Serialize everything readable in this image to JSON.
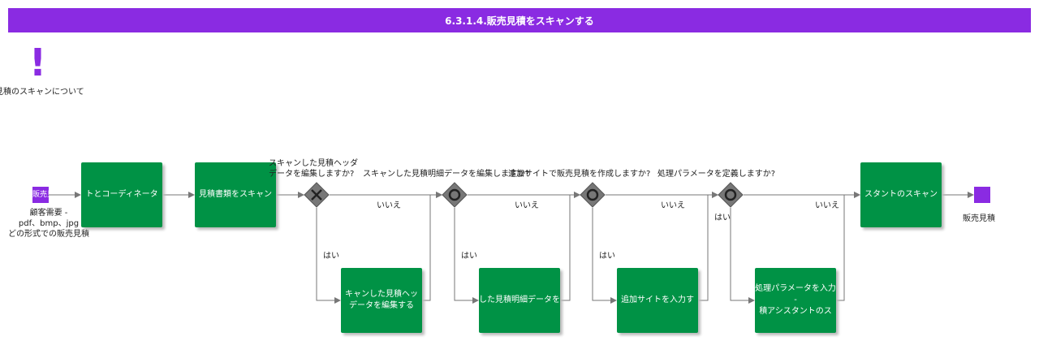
{
  "header": {
    "title": "6.3.1.4.販売見積をスキャンする"
  },
  "note": {
    "label": "見積のスキャンについて"
  },
  "start_event": {
    "text": "販売見",
    "label_lines": [
      "顧客需要 -",
      "pdf、bmp、jpg",
      "どの形式での販売見積"
    ]
  },
  "end_event": {
    "label": "販売見積"
  },
  "tasks": [
    {
      "id": "t1",
      "lines": [
        "トとコーディネータ"
      ]
    },
    {
      "id": "t2",
      "lines": [
        "見積書類をスキャン"
      ]
    },
    {
      "id": "t3",
      "lines": [
        "キャンした見積ヘッ",
        "データを編集する"
      ]
    },
    {
      "id": "t4",
      "lines": [
        "した見積明細データを"
      ]
    },
    {
      "id": "t5",
      "lines": [
        "追加サイトを入力す"
      ]
    },
    {
      "id": "t6",
      "lines": [
        "処理パラメータを入力",
        "-",
        "積アシスタントのス"
      ]
    },
    {
      "id": "t7",
      "lines": [
        "スタントのスキャン"
      ]
    }
  ],
  "gateways": [
    {
      "question_lines": [
        "スキャンした見積ヘッダ",
        "データを編集しますか?"
      ],
      "no": "いいえ",
      "yes": "はい"
    },
    {
      "question_lines": [
        "スキャンした見積明細データを編集しますか?"
      ],
      "no": "いいえ",
      "yes": "はい"
    },
    {
      "question_lines": [
        "追加サイトで販売見積を作成しますか?"
      ],
      "no": "いいえ",
      "yes": "はい"
    },
    {
      "question_lines": [
        "処理パラメータを定義しますか?"
      ],
      "no": "いいえ",
      "yes": "はい"
    }
  ],
  "colors": {
    "title_bg": "#8a2be2",
    "task": "#009245",
    "event": "#8a2be2",
    "gateway": "#777777",
    "line": "#777777"
  }
}
